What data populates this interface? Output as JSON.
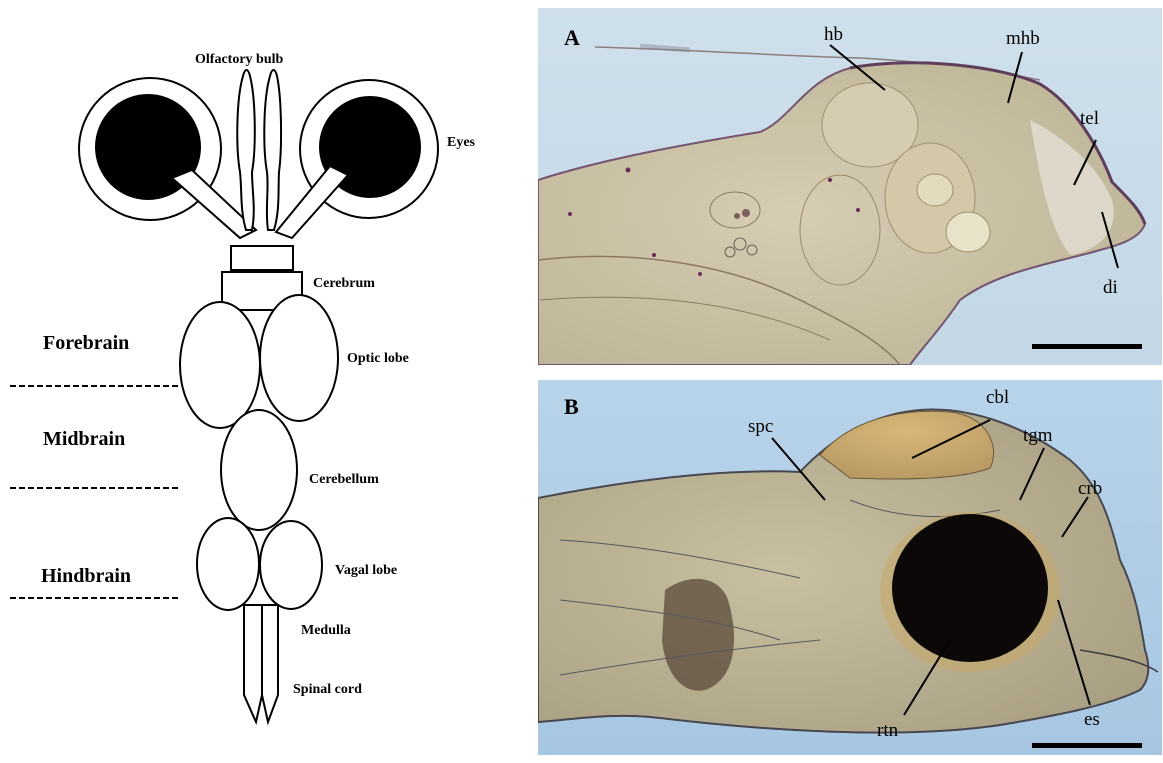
{
  "schematic": {
    "labels": {
      "olfactory_bulb": "Olfactory bulb",
      "eyes": "Eyes",
      "cerebrum": "Cerebrum",
      "optic_lobe": "Optic lobe",
      "cerebellum": "Cerebellum",
      "vagal_lobe": "Vagal lobe",
      "medulla": "Medulla",
      "spinal_cord": "Spinal cord"
    },
    "regions": {
      "forebrain": "Forebrain",
      "midbrain": "Midbrain",
      "hindbrain": "Hindbrain"
    }
  },
  "panel_a": {
    "letter": "A",
    "labels": {
      "hb": "hb",
      "mhb": "mhb",
      "tel": "tel",
      "di": "di"
    }
  },
  "panel_b": {
    "letter": "B",
    "labels": {
      "spc": "spc",
      "cbl": "cbl",
      "tgm": "tgm",
      "crb": "crb",
      "rtn": "rtn",
      "es": "es"
    }
  },
  "colors": {
    "background": "#ffffff",
    "ink": "#000000",
    "photo_a_bg": "#c9dcea",
    "photo_b_bg": "#aecde6",
    "tissue": "#c4b594",
    "eye_pigment": "#0b0807"
  }
}
